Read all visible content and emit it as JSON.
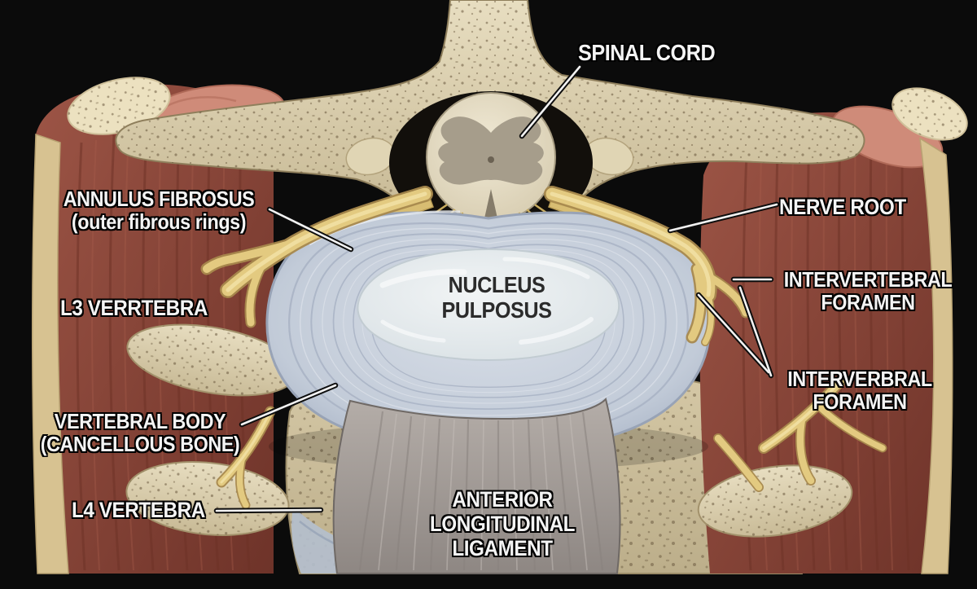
{
  "labels": {
    "spinal_cord": {
      "text": "SPINAL CORD"
    },
    "annulus_fibrosus": {
      "line1": "ANNULUS FIBROSUS",
      "line2": "(outer fibrous rings)"
    },
    "l3_vertebra": {
      "text": "L3 VERRTEBRA"
    },
    "vertebral_body": {
      "line1": "VERTEBRAL BODY",
      "line2": "(CANCELLOUS BONE)"
    },
    "l4_vertebra": {
      "text": "L4 VERTEBRA"
    },
    "nucleus_pulposus": {
      "line1": "NUCLEUS",
      "line2": "PULPOSUS"
    },
    "nerve_root": {
      "text": "NERVE ROOT"
    },
    "intervertebral_foramen_upper": {
      "line1": "INTERVERTEBRAL",
      "line2": "FORAMEN"
    },
    "intervertebral_foramen_lower": {
      "line1": "INTERVERBRAL",
      "line2": "FORAMEN"
    },
    "anterior_longitudinal_ligament": {
      "line1": "ANTERIOR",
      "line2": "LONGITUDINAL",
      "line3": "LIGAMENT"
    }
  },
  "colors": {
    "background": "#0b0b0b",
    "label_text": "#f4f4f4",
    "label_outline": "#000000",
    "dark_label_text": "#2b2b2b",
    "bone": "#d8cbaa",
    "muscle": "#8e4a3c",
    "disc_annulus": "#c2cbd8",
    "nucleus": "#e9edef",
    "nerve_yellow": "#e3ca80",
    "ligament_gray": "#a49d98"
  }
}
